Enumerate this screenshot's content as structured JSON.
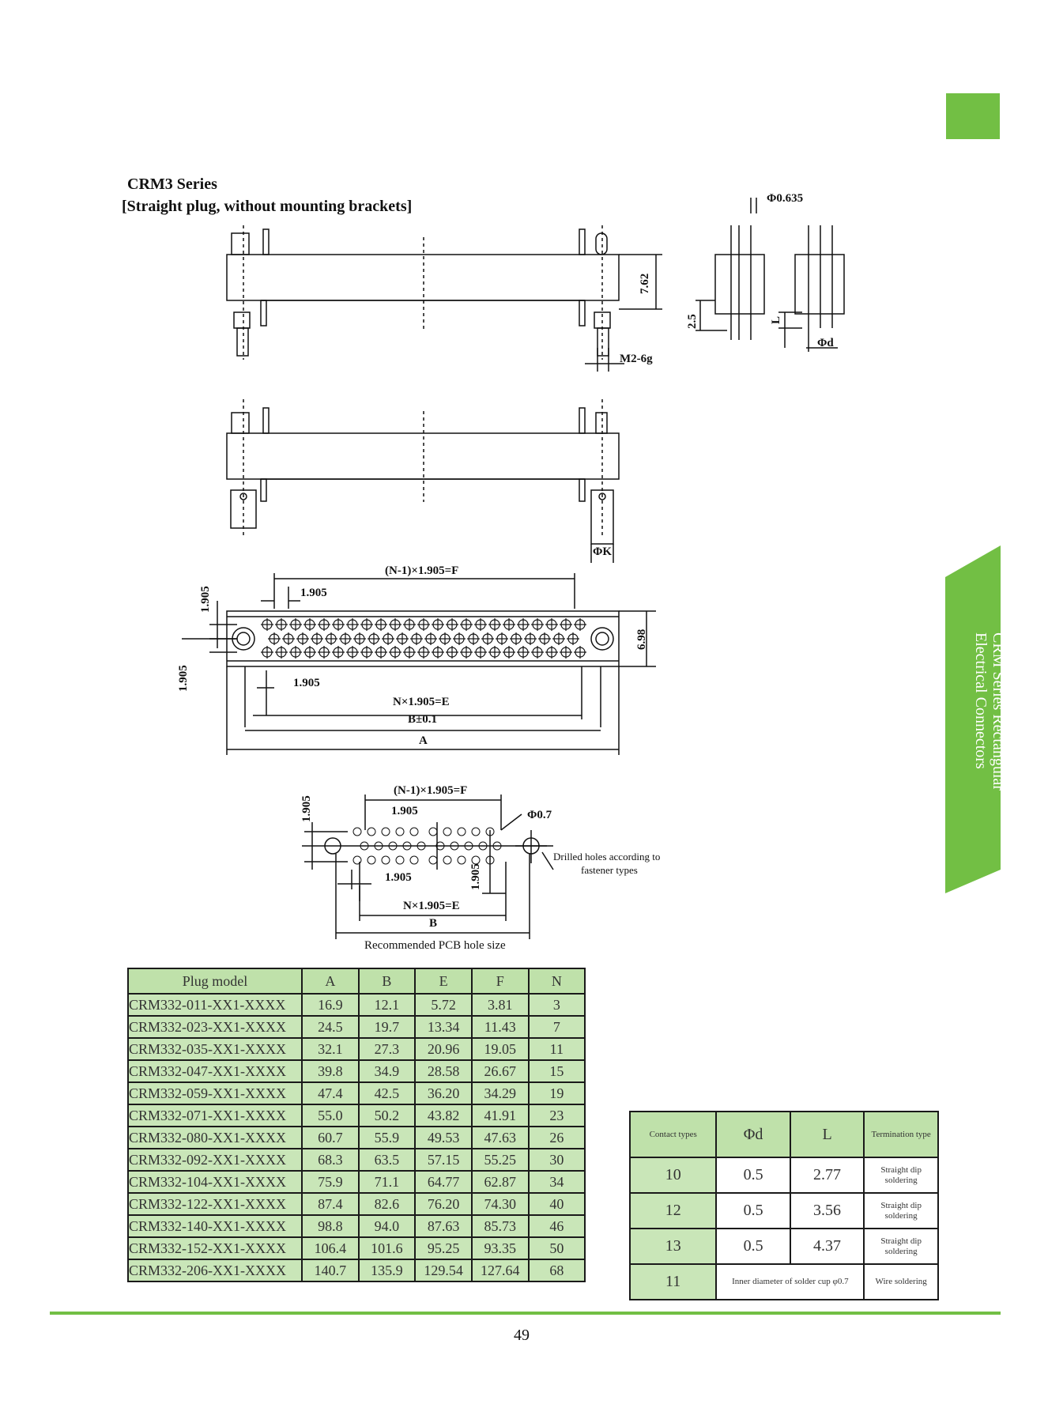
{
  "header": {
    "series_title": "CRM3 Series",
    "series_subtitle": "[Straight plug, without mounting brackets]"
  },
  "side_tab": {
    "line1": "CRM Series Rectangular",
    "line2": "Electrical Connectors"
  },
  "colors": {
    "accent": "#72bf44",
    "table_fill": "#c9e6b8"
  },
  "drawing": {
    "dim_phi_0635": "Φ0.635",
    "dim_762": "7.62",
    "dim_25": "2.5",
    "dim_L": "L",
    "dim_phi_d": "Φd",
    "dim_m2": "M2-6g",
    "dim_phi_k": "ΦK",
    "dim_nm1_f": "(N-1)×1.905=F",
    "dim_1905": "1.905",
    "dim_698": "6.98",
    "dim_n_e": "N×1.905=E",
    "dim_b01": "B±0.1",
    "dim_a": "A",
    "dim_phi_07": "Φ0.7",
    "dim_b": "B",
    "drilled_note_1": "Drilled holes according to",
    "drilled_note_2": "fastener types",
    "pcb_caption": "Recommended PCB hole size"
  },
  "plug_table": {
    "headers": [
      "Plug model",
      "A",
      "B",
      "E",
      "F",
      "N"
    ],
    "rows": [
      [
        "CRM332-011-XX1-XXXX",
        "16.9",
        "12.1",
        "5.72",
        "3.81",
        "3"
      ],
      [
        "CRM332-023-XX1-XXXX",
        "24.5",
        "19.7",
        "13.34",
        "11.43",
        "7"
      ],
      [
        "CRM332-035-XX1-XXXX",
        "32.1",
        "27.3",
        "20.96",
        "19.05",
        "11"
      ],
      [
        "CRM332-047-XX1-XXXX",
        "39.8",
        "34.9",
        "28.58",
        "26.67",
        "15"
      ],
      [
        "CRM332-059-XX1-XXXX",
        "47.4",
        "42.5",
        "36.20",
        "34.29",
        "19"
      ],
      [
        "CRM332-071-XX1-XXXX",
        "55.0",
        "50.2",
        "43.82",
        "41.91",
        "23"
      ],
      [
        "CRM332-080-XX1-XXXX",
        "60.7",
        "55.9",
        "49.53",
        "47.63",
        "26"
      ],
      [
        "CRM332-092-XX1-XXXX",
        "68.3",
        "63.5",
        "57.15",
        "55.25",
        "30"
      ],
      [
        "CRM332-104-XX1-XXXX",
        "75.9",
        "71.1",
        "64.77",
        "62.87",
        "34"
      ],
      [
        "CRM332-122-XX1-XXXX",
        "87.4",
        "82.6",
        "76.20",
        "74.30",
        "40"
      ],
      [
        "CRM332-140-XX1-XXXX",
        "98.8",
        "94.0",
        "87.63",
        "85.73",
        "46"
      ],
      [
        "CRM332-152-XX1-XXXX",
        "106.4",
        "101.6",
        "95.25",
        "93.35",
        "50"
      ],
      [
        "CRM332-206-XX1-XXXX",
        "140.7",
        "135.9",
        "129.54",
        "127.64",
        "68"
      ]
    ]
  },
  "contact_table": {
    "headers": [
      "Contact types",
      "Φd",
      "L",
      "Termination type"
    ],
    "rows": [
      [
        "10",
        "0.5",
        "2.77",
        "Straight dip soldering"
      ],
      [
        "12",
        "0.5",
        "3.56",
        "Straight dip soldering"
      ],
      [
        "13",
        "0.5",
        "4.37",
        "Straight dip soldering"
      ],
      [
        "11",
        "Inner diameter of solder cup φ0.7",
        "Wire soldering"
      ]
    ]
  },
  "page_number": "49"
}
